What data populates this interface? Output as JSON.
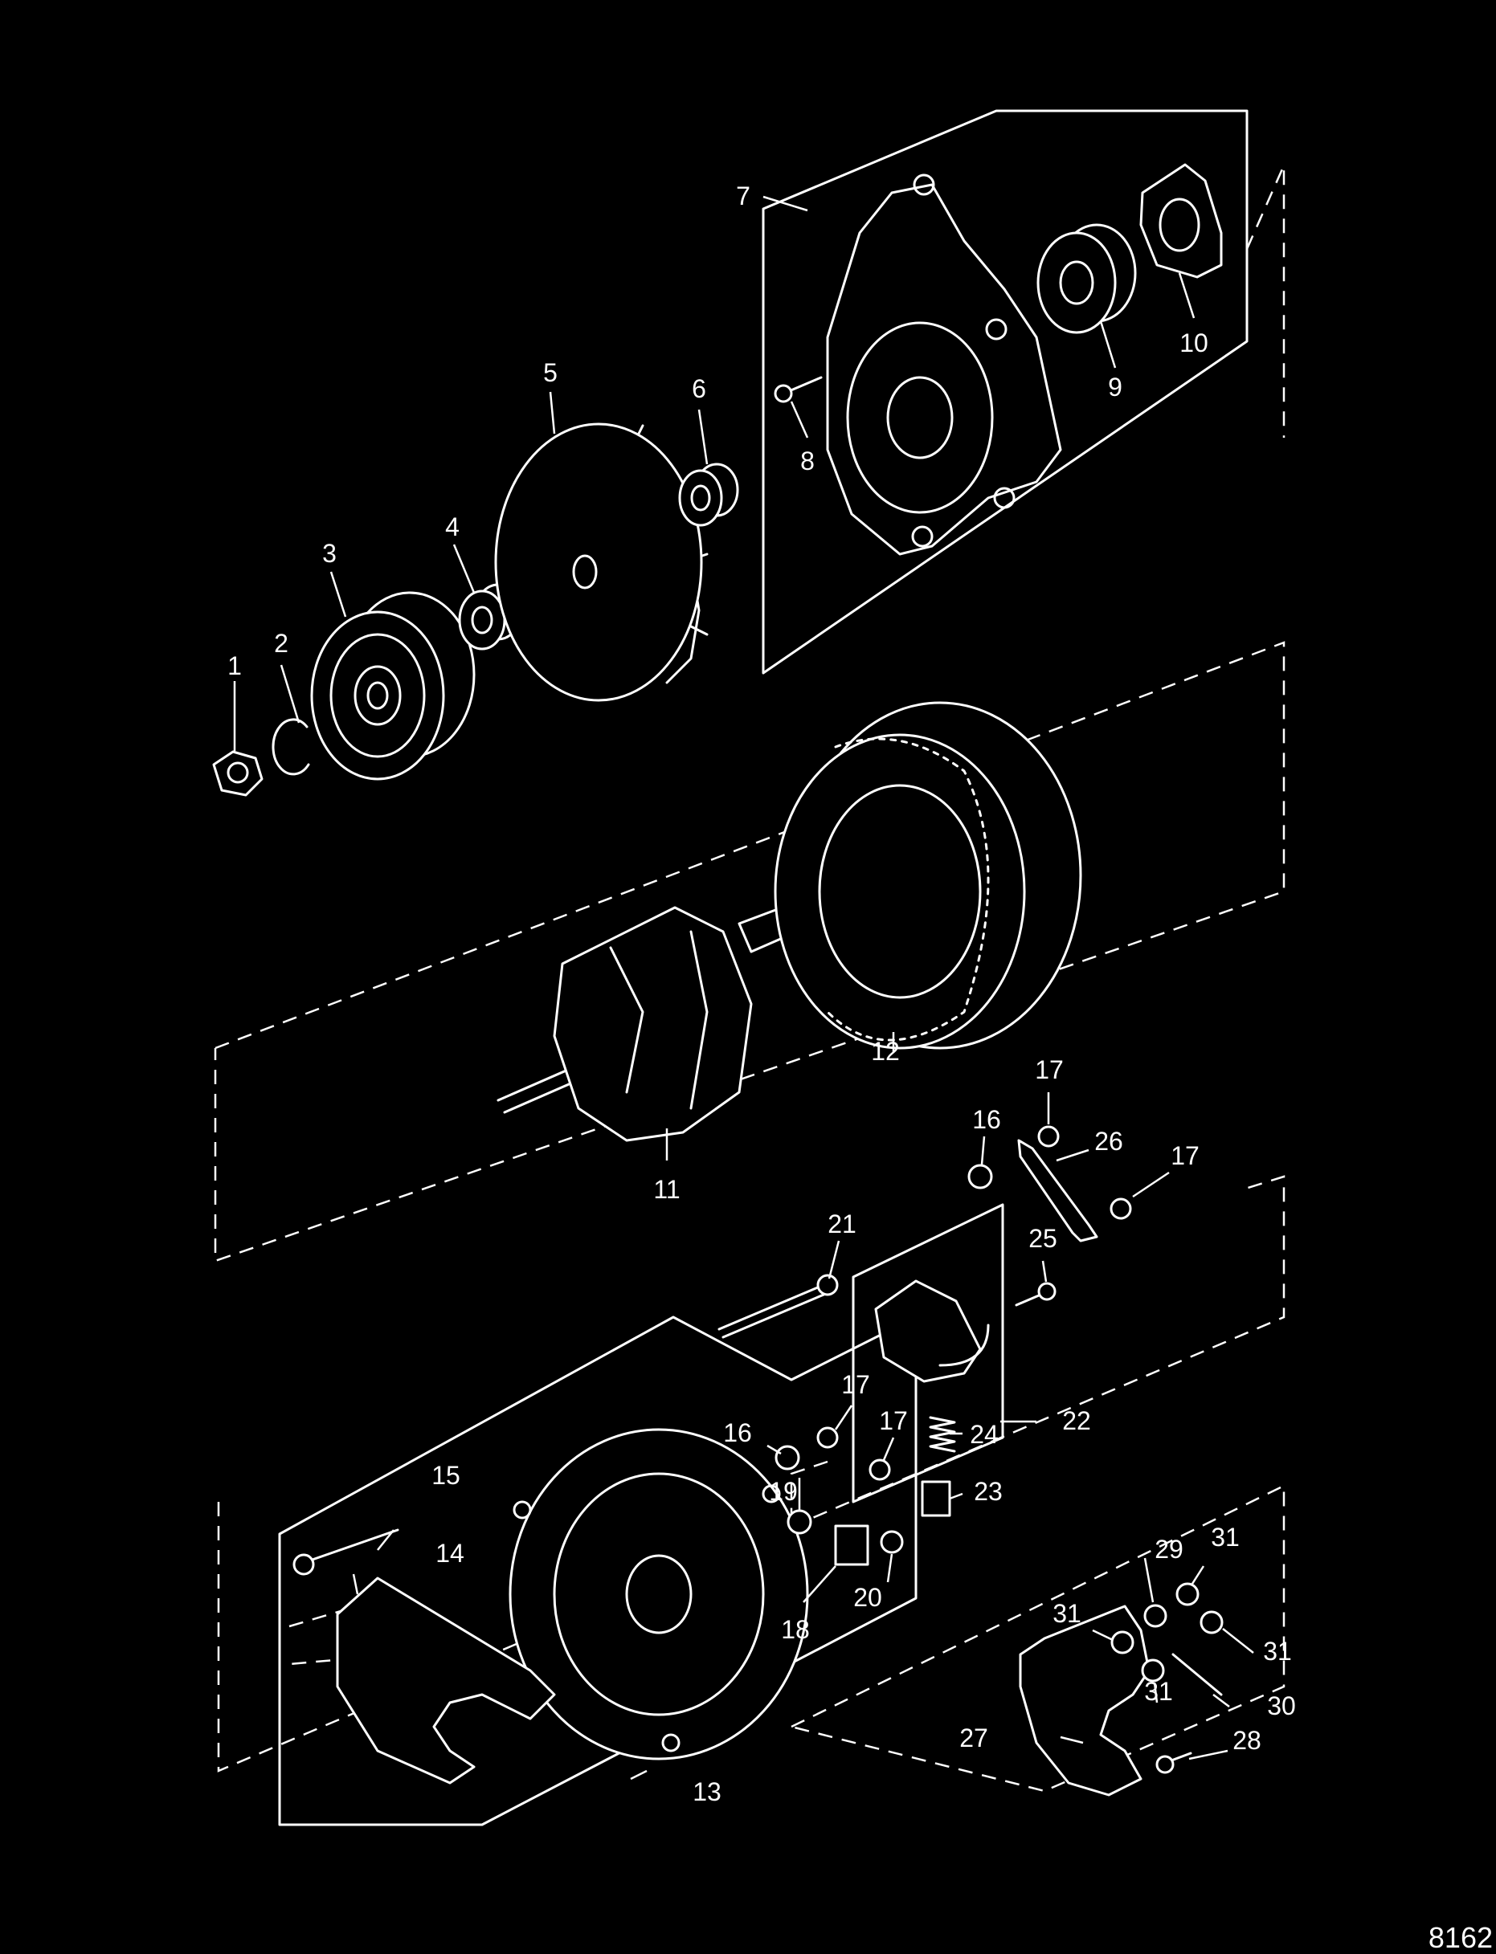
{
  "figure_number": "8162",
  "callouts": {
    "c1": "1",
    "c2": "2",
    "c3": "3",
    "c4": "4",
    "c5": "5",
    "c6": "6",
    "c7": "7",
    "c8": "8",
    "c9": "9",
    "c10": "10",
    "c11": "11",
    "c12": "12",
    "c13": "13",
    "c14": "14",
    "c15": "15",
    "c16a": "16",
    "c16b": "16",
    "c17a": "17",
    "c17b": "17",
    "c17c": "17",
    "c17d": "17",
    "c18": "18",
    "c19": "19",
    "c20": "20",
    "c21": "21",
    "c22": "22",
    "c23": "23",
    "c24": "24",
    "c25": "25",
    "c26": "26",
    "c27": "27",
    "c28": "28",
    "c29": "29",
    "c30": "30",
    "c31a": "31",
    "c31b": "31",
    "c31c": "31",
    "c31d": "31"
  }
}
